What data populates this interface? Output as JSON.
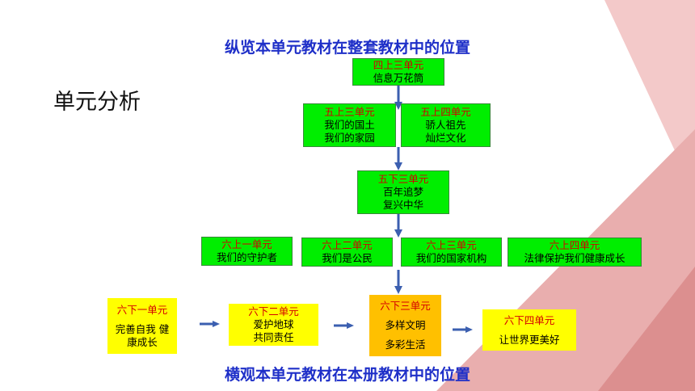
{
  "title_top": "纵览本单元教材在整套教材中的位置",
  "title_bottom": "横观本单元教材在本册教材中的位置",
  "heading": "单元分析",
  "colors": {
    "title": "#1e2fc8",
    "unit_label": "#d40000",
    "green_box": "#00ee00",
    "yellow_box": "#ffff00",
    "orange_box": "#ffc000",
    "arrow": "#3b5fb0",
    "decoration": "#e9aeae"
  },
  "vertical": {
    "g4": {
      "unit": "四上三单元",
      "lines": [
        "信息万花筒"
      ]
    },
    "g5a": {
      "unit": "五上三单元",
      "lines": [
        "我们的国土",
        "我们的家园"
      ]
    },
    "g5b": {
      "unit": "五上四单元",
      "lines": [
        "骄人祖先",
        "灿烂文化"
      ]
    },
    "g5c": {
      "unit": "五下三单元",
      "lines": [
        "百年追梦",
        "复兴中华"
      ]
    },
    "g6": [
      {
        "unit": "六上一单元",
        "lines": [
          "我们的守护者"
        ]
      },
      {
        "unit": "六上二单元",
        "lines": [
          "我们是公民"
        ]
      },
      {
        "unit": "六上三单元",
        "lines": [
          "我们的国家机构"
        ]
      },
      {
        "unit": "六上四单元",
        "lines": [
          "法律保护我们健康成长"
        ]
      }
    ]
  },
  "horizontal": [
    {
      "unit": "六下一单元",
      "lines": [
        "完善自我 健",
        "康成长"
      ]
    },
    {
      "unit": "六下二单元",
      "lines": [
        "爱护地球",
        "共同责任"
      ]
    },
    {
      "unit": "六下三单元",
      "lines": [
        "多样文明",
        "多彩生活"
      ]
    },
    {
      "unit": "六下四单元",
      "lines": [
        "让世界更美好"
      ]
    }
  ]
}
